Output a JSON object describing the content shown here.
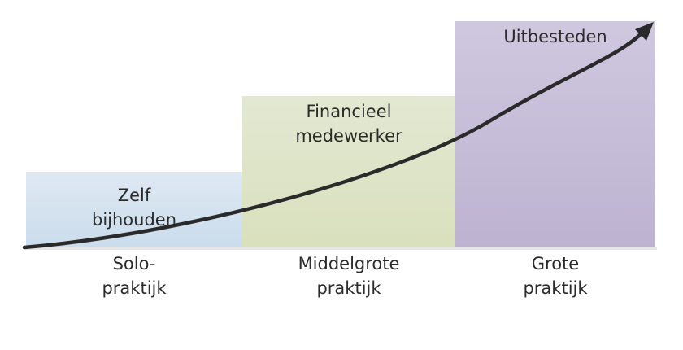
{
  "stages": [
    {
      "box_label": [
        "Zelf",
        "bijhouden"
      ],
      "axis_label": [
        "Solo-",
        "praktijk"
      ],
      "color": "#d3e2f0"
    },
    {
      "box_label": [
        "Financieel",
        "medewerker"
      ],
      "axis_label": [
        "Middelgrote",
        "praktijk"
      ],
      "color": "#dde3c6"
    },
    {
      "box_label": [
        "Uitbesteden"
      ],
      "axis_label": [
        "Grote",
        "praktijk"
      ],
      "color": "#c6bdd9"
    }
  ]
}
